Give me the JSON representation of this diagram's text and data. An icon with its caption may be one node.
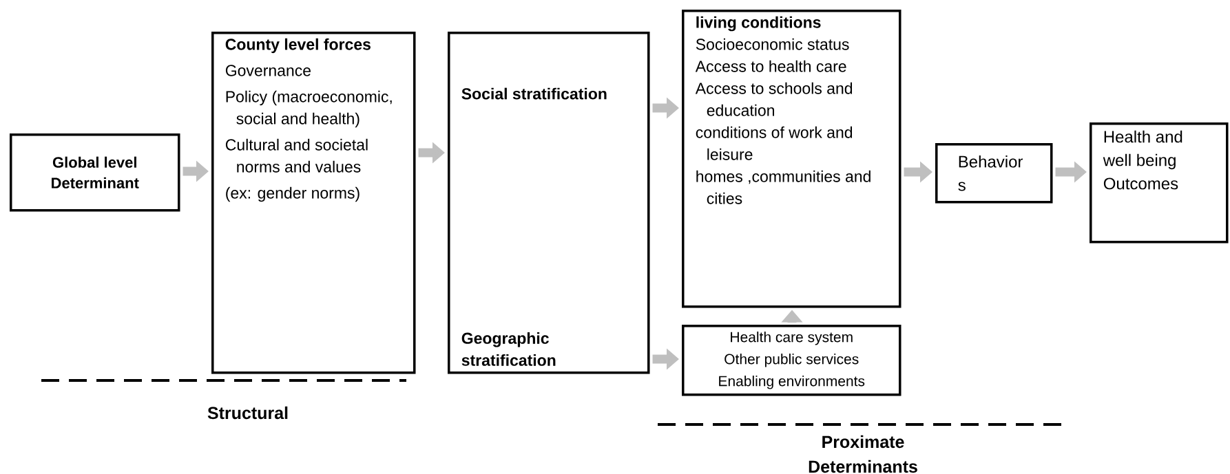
{
  "diagram": {
    "nodes": [
      {
        "text": [
          "Global level Determinant"
        ]
      },
      {
        "text": [
          "County level forces",
          "Governance",
          "Policy (macroeconomic, social and health)",
          "Cultural and societal norms and values",
          "(ex: gender norms)"
        ]
      },
      {
        "text": [
          "Social stratification",
          "Geographic stratification"
        ]
      },
      {
        "text": [
          "living conditions",
          "Socioeconomic status",
          "Access to health care",
          "Access to schools and education",
          "conditions of work and leisure",
          "homes ,communities and cities"
        ]
      },
      {
        "text": [
          "Health care system",
          "Other public services",
          "Enabling environments"
        ]
      },
      {
        "text": [
          "Behavior s"
        ]
      },
      {
        "text": [
          "Health and well being Outcomes"
        ]
      }
    ],
    "edges": [
      {
        "from": 0,
        "to": 1,
        "arrow": "to"
      },
      {
        "from": 1,
        "to": 2,
        "arrow": "to"
      },
      {
        "from": 2,
        "to": 3,
        "arrow": "to"
      },
      {
        "from": 2,
        "to": 4,
        "arrow": "to"
      },
      {
        "from": 4,
        "to": 3,
        "arrow": "to"
      },
      {
        "from": 3,
        "to": 5,
        "arrow": "to"
      },
      {
        "from": 5,
        "to": 6,
        "arrow": "to"
      }
    ],
    "labels": [
      "Structural",
      "Proximate Determinants"
    ]
  }
}
